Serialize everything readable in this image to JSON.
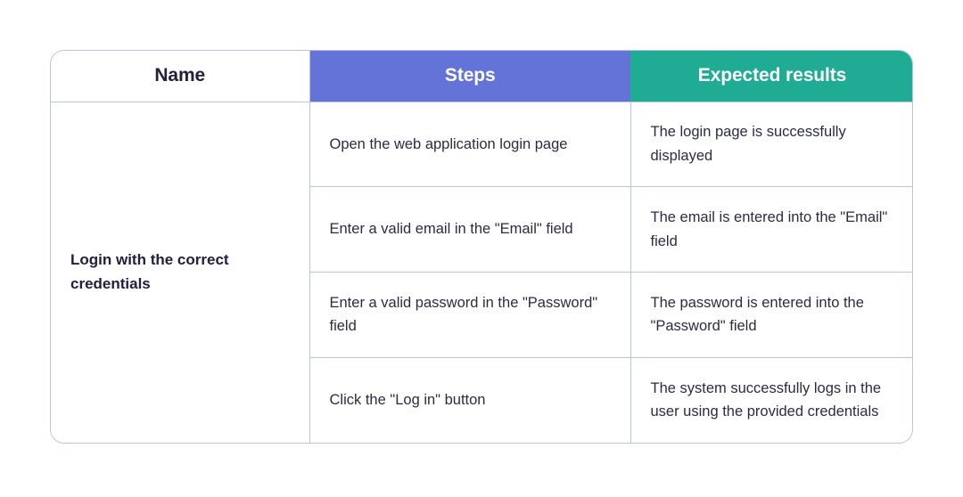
{
  "table": {
    "columns": [
      {
        "key": "name",
        "label": "Name"
      },
      {
        "key": "steps",
        "label": "Steps"
      },
      {
        "key": "expected",
        "label": "Expected results"
      }
    ],
    "header_colors": {
      "name_background": "#ffffff",
      "name_text": "#20203f",
      "steps_background": "#6473d7",
      "steps_text": "#ffffff",
      "expected_background": "#1fab94",
      "expected_text": "#ffffff"
    },
    "border_color": "#b8c2ea",
    "body_text_color": "#2b2b45",
    "testcase_name": "Login with the correct credentials",
    "rows": [
      {
        "steps": "Open the web application login page",
        "expected": "The login page is successfully displayed"
      },
      {
        "steps": "Enter a valid email in the \"Email\" field",
        "expected": "The email is entered into the \"Email\" field"
      },
      {
        "steps": "Enter a valid password in the \"Password\" field",
        "expected": "The password is entered into the \"Password\" field"
      },
      {
        "steps": "Click the \"Log in\" button",
        "expected": "The system successfully logs in the user using the provided credentials"
      }
    ]
  }
}
